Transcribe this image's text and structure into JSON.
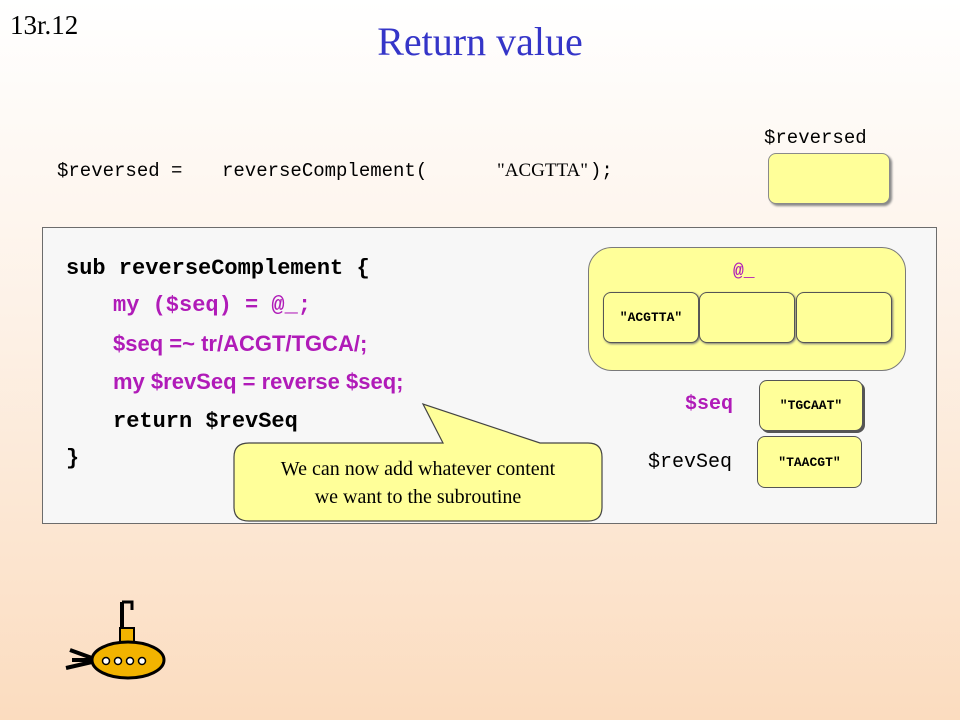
{
  "slide": {
    "number": "13r.12",
    "title": "Return value"
  },
  "call": {
    "lhs": "$reversed =",
    "fn": "reverseComplement(",
    "arg": "\"ACGTTA\"",
    "end": ");"
  },
  "reversed_var": {
    "label": "$reversed"
  },
  "code": {
    "line1": "sub reverseComplement {",
    "line2": "my ($seq) = @_;",
    "line3": "$seq =~ tr/ACGT/TGCA/;",
    "line4": "my $revSeq = reverse $seq;",
    "line5": "return $revSeq",
    "line6": "}"
  },
  "args": {
    "label": "@_",
    "slot1": "\"ACGTTA\""
  },
  "seq": {
    "label": "$seq",
    "value": "\"TGCAAT\""
  },
  "revseq": {
    "label": "$revSeq",
    "value": "\"TAACGT\""
  },
  "callout": {
    "line1": "We can now add whatever content",
    "line2": "we want to the subroutine"
  },
  "colors": {
    "title": "#3535c8",
    "purple": "#b01bb8",
    "box": "#ffff99"
  },
  "icons": {
    "mascot": "submarine-icon"
  }
}
